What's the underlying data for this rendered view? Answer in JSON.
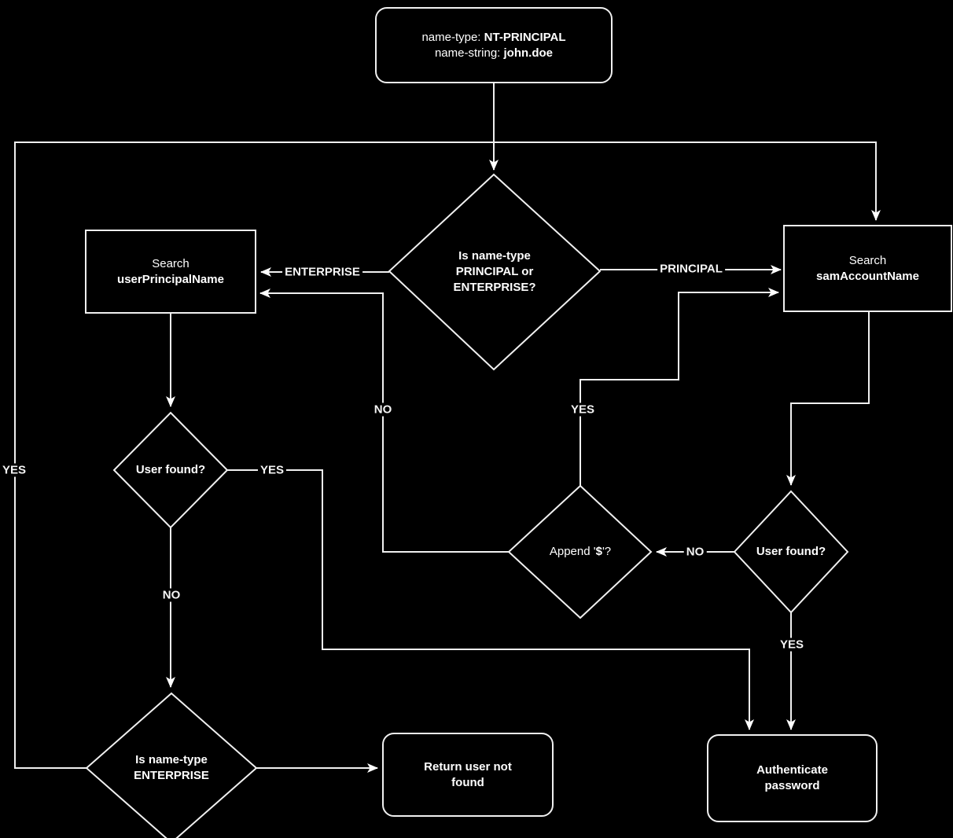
{
  "colors": {
    "background": "#000000",
    "stroke": "#f0f0f0",
    "text": "#ffffff"
  },
  "nodes": {
    "start": {
      "line1_label": "name-type: ",
      "line1_value": "NT-PRINCIPAL",
      "line2_label": "name-string: ",
      "line2_value": "john.doe"
    },
    "decision_name_type": {
      "text": "Is name-type PRINCIPAL or ENTERPRISE?"
    },
    "search_upn": {
      "action": "Search",
      "attribute": "userPrincipalName"
    },
    "search_sam": {
      "action": "Search",
      "attribute": "samAccountName"
    },
    "user_found_left": {
      "text": "User found?"
    },
    "user_found_right": {
      "text": "User found?"
    },
    "append_dollar": {
      "prefix": "Append '",
      "value": "$",
      "suffix": "'?"
    },
    "decision_enterprise": {
      "text": "Is name-type ENTERPRISE"
    },
    "return_not_found": {
      "text": "Return user not found"
    },
    "authenticate": {
      "text": "Authenticate password"
    }
  },
  "edge_labels": {
    "enterprise": "ENTERPRISE",
    "principal": "PRINCIPAL",
    "enterprise_loop_yes": "YES",
    "append_no": "NO",
    "append_yes": "YES",
    "upn_found_yes": "YES",
    "upn_found_no": "NO",
    "sam_found_no": "NO",
    "sam_found_yes": "YES"
  }
}
